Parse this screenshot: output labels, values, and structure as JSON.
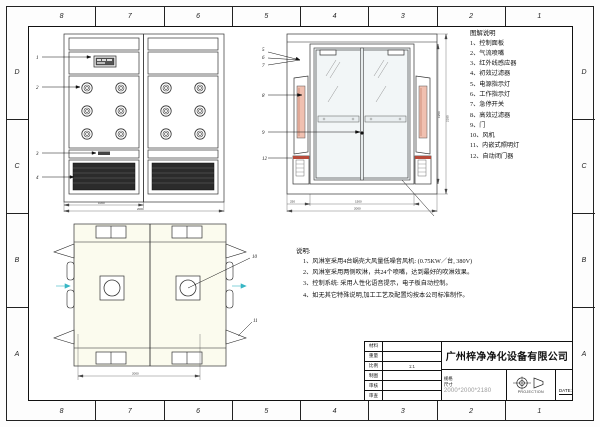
{
  "sheet": {
    "zones_top": [
      "8",
      "7",
      "6",
      "5",
      "4",
      "3",
      "2",
      "1"
    ],
    "zones_bottom": [
      "8",
      "7",
      "6",
      "5",
      "4",
      "3",
      "2",
      "1"
    ],
    "zones_left": [
      "D",
      "C",
      "B",
      "A"
    ],
    "zones_right": [
      "D",
      "C",
      "B",
      "A"
    ]
  },
  "legend": {
    "title": "图解说明",
    "items": [
      "1、控制面板",
      "2、气流喷嘴",
      "3、红外线感应器",
      "4、初效过滤器",
      "5、电源指示灯",
      "6、工作指示灯",
      "7、急停开关",
      "8、高效过滤器",
      "9、门",
      "10、风机",
      "11、内嵌式照明灯",
      "12、自动闭门器"
    ]
  },
  "notes": {
    "title": "说明:",
    "items": [
      "1、风淋室采用4台蜗壳大风量低噪音风机: (0.75KW／台, 380V)",
      "2、风淋室采用两侧吹淋，共24个喷嘴，达到最好的吹淋效果。",
      "3、控制系统: 采用人性化语音提示，电子板自动控制。",
      "4、如无其它特殊说明,加工工艺及配置均按本公司标准制作。"
    ]
  },
  "title_block": {
    "fields": [
      {
        "key": "材料",
        "value": ""
      },
      {
        "key": "重量",
        "value": ""
      },
      {
        "key": "比例",
        "value": "1:1"
      },
      {
        "key": "制图",
        "value": ""
      },
      {
        "key": "审核",
        "value": ""
      },
      {
        "key": "审查",
        "value": ""
      }
    ],
    "company": "广州梓净净化设备有限公司",
    "spec_label": "规格",
    "spec_sub": "尺寸",
    "spec_value": "2000*2000*2180",
    "projection_label": "PROJECTION",
    "date_label": "DATE:"
  },
  "views": {
    "interior_elevation": {
      "name": "interior-elevation-view",
      "callouts": [
        "1",
        "2",
        "3",
        "4"
      ],
      "dim_inner": "1000",
      "dim_outer": "2000"
    },
    "front_elevation": {
      "name": "front-elevation-view",
      "callouts": [
        "5",
        "6",
        "7",
        "8",
        "9",
        "12"
      ],
      "dim_side": "250",
      "dim_door": "1500",
      "dim_total": "2000",
      "dim_height": "2180",
      "dim_door_height": "1950"
    },
    "plan": {
      "name": "plan-view",
      "callouts": [
        "10",
        "11"
      ],
      "dim_width": "2000"
    }
  }
}
